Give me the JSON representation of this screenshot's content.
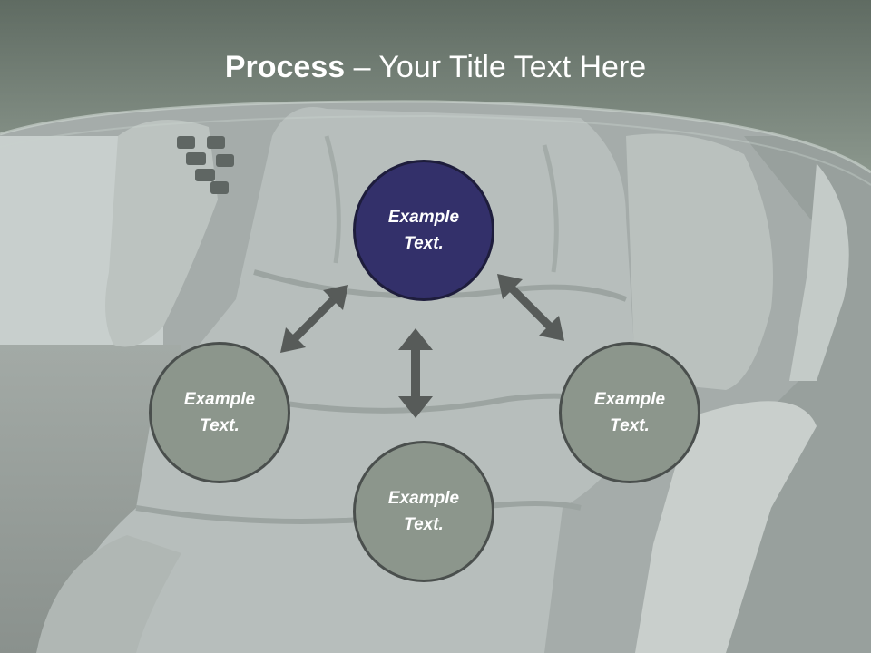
{
  "slide": {
    "title_bold": "Process",
    "title_rest": " – Your Title Text Here",
    "circles": {
      "top": "Example\nText.",
      "left": "Example\nText.",
      "right": "Example\nText.",
      "bottom": "Example\nText."
    }
  },
  "colors": {
    "header_band": "#6d7a70",
    "active_circle": "#33306a",
    "circle_fill": "#8c968c",
    "arrow": "#575b59",
    "title_text": "#ffffff"
  },
  "icons": {
    "arrows": [
      "double-arrow-diagonal-left",
      "double-arrow-vertical",
      "double-arrow-diagonal-right"
    ]
  }
}
